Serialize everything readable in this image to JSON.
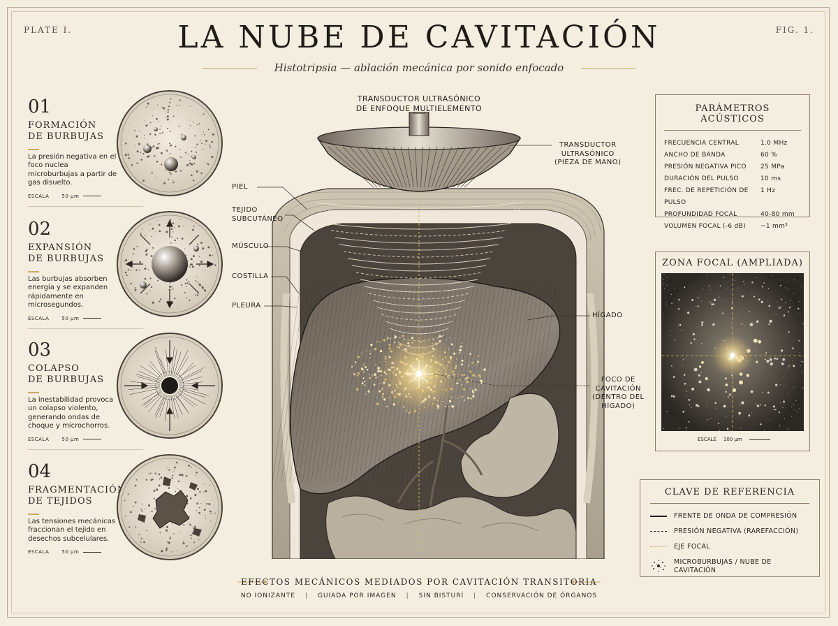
{
  "header": {
    "plate": "PLATE I.",
    "fig": "FIG. 1.",
    "title": "LA NUBE DE CAVITACIÓN",
    "subtitle": "Histotripsia — ablación mecánica por sonido enfocado"
  },
  "stages": [
    {
      "num": "01",
      "title1": "FORMACIÓN",
      "title2": "DE BURBUJAS",
      "desc": "La presión negativa en el foco nuclea microburbujas a partir de gas disuelto.",
      "scale_label": "ESCALA",
      "scale_value": "50 µm"
    },
    {
      "num": "02",
      "title1": "EXPANSIÓN",
      "title2": "DE BURBUJAS",
      "desc": "Las burbujas absorben energía y se expanden rápidamente en microsegundos.",
      "scale_label": "ESCALA",
      "scale_value": "50 µm"
    },
    {
      "num": "03",
      "title1": "COLAPSO",
      "title2": "DE BURBUJAS",
      "desc": "La inestabilidad provoca un colapso violento, generando ondas de choque y microchorros.",
      "scale_label": "ESCALA",
      "scale_value": "50 µm"
    },
    {
      "num": "04",
      "title1": "FRAGMENTACIÓN",
      "title2": "DE TEJIDOS",
      "desc": "Las tensiones mecánicas fraccionan el tejido en desechos subcelulares.",
      "scale_label": "ESCALA",
      "scale_value": "50 µm"
    }
  ],
  "labels": {
    "transducer_top_1": "TRANSDUCTOR ULTRASÓNICO",
    "transducer_top_2": "DE ENFOQUE MULTIELEMENTO",
    "transducer_right_1": "TRANSDUCTOR",
    "transducer_right_2": "ULTRASÓNICO",
    "transducer_right_3": "(PIEZA DE MANO)",
    "piel": "PIEL",
    "tejido_1": "TEJIDO",
    "tejido_2": "SUBCUTÁNEO",
    "musculo": "MÚSCULO",
    "costilla": "COSTILLA",
    "pleura": "PLEURA",
    "higado": "HÍGADO",
    "foco_1": "FOCO DE",
    "foco_2": "CAVITACIÓN",
    "foco_3": "(DENTRO DEL",
    "foco_4": "HÍGADO)"
  },
  "parameters": {
    "title": "PARÁMETROS ACÚSTICOS",
    "rows": [
      {
        "name": "FRECUENCIA CENTRAL",
        "value": "1.0 MHz"
      },
      {
        "name": "ANCHO DE BANDA",
        "value": "60 %"
      },
      {
        "name": "PRESIÓN NEGATIVA PICO",
        "value": "25 MPa"
      },
      {
        "name": "DURACIÓN DEL PULSO",
        "value": "10 ms"
      },
      {
        "name": "FREC. DE REPETICIÓN DE PULSO",
        "value": "1 Hz"
      },
      {
        "name": "PROFUNDIDAD FOCAL",
        "value": "40-80 mm"
      },
      {
        "name": "VOLUMEN FOCAL (-6 dB)",
        "value": "~1 mm³"
      }
    ]
  },
  "focal_zone": {
    "title": "ZONA FOCAL (AMPLIADA)",
    "scale_label": "ESCALE",
    "scale_value": "100 µm"
  },
  "key": {
    "title": "CLAVE DE REFERENCIA",
    "items": [
      {
        "label": "FRENTE DE ONDA DE COMPRESIÓN"
      },
      {
        "label": "PRESIÓN NEGATIVA (RAREFACCIÓN)"
      },
      {
        "label": "EJE FOCAL"
      },
      {
        "label": "MICROBURBUJAS / NUBE DE CAVITACIÓN"
      }
    ]
  },
  "footer": {
    "title": "EFECTOS MECÁNICOS MEDIADOS POR CAVITACIÓN TRANSITORIA",
    "tags": [
      "NO IONIZANTE",
      "GUIADA POR IMAGEN",
      "SIN BISTURÍ",
      "CONSERVACIÓN DE ÓRGANOS"
    ]
  },
  "colors": {
    "paper": "#f4eee1",
    "ink": "#2a2520",
    "gold": "#c7a96a",
    "glow": "#fff3c4"
  }
}
